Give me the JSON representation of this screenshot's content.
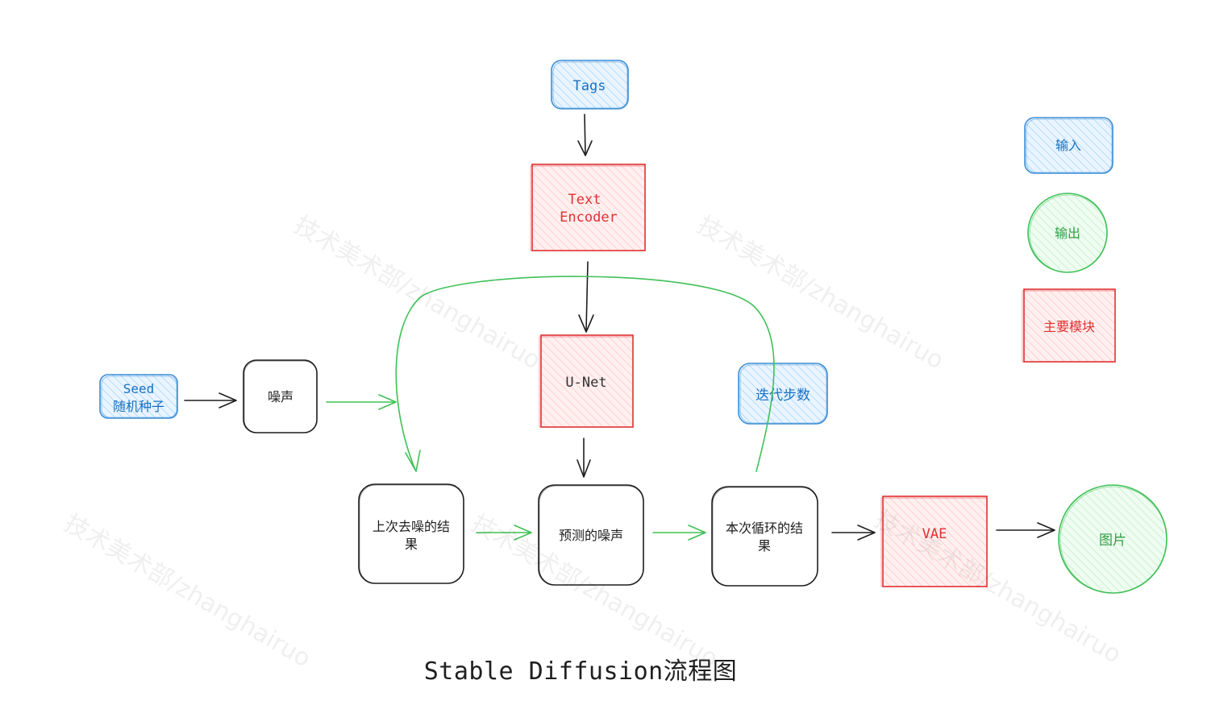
{
  "colors": {
    "input_stroke": "#3c8fd6",
    "input_fill": "#a5d8ff",
    "input_text": "#1971c2",
    "output_stroke": "#40c057",
    "output_fill": "#b2f2bb",
    "output_text": "#2f9e44",
    "module_stroke": "#e03131",
    "module_fill": "#ffc9c9",
    "module_text": "#e03131",
    "process_stroke": "#1e1e1e",
    "loop_arrow": "#40c057"
  },
  "nodes": {
    "tags": "Tags",
    "text_encoder_line1": "Text",
    "text_encoder_line2": "Encoder",
    "unet": "U-Net",
    "seed_line1": "Seed",
    "seed_line2": "随机种子",
    "noise": "噪声",
    "prev_result_line1": "上次去噪的结",
    "prev_result_line2": "果",
    "predicted_noise": "预测的噪声",
    "current_result_line1": "本次循环的结",
    "current_result_line2": "果",
    "iterations": "迭代步数",
    "vae": "VAE",
    "image": "图片"
  },
  "legend": {
    "input": "输入",
    "output": "输出",
    "module": "主要模块"
  },
  "watermark": "技术美术部/zhanghairuo",
  "caption": "Stable Diffusion流程图"
}
